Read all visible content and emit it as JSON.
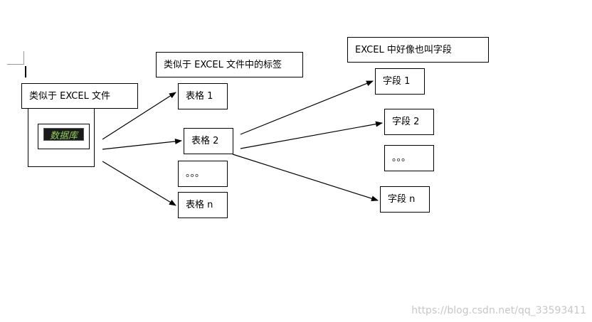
{
  "excel_file_label": "类似于 EXCEL 文件",
  "database_label": "数据库",
  "sheet_tab_label": "类似于 EXCEL 文件中的标签",
  "field_note_label": "EXCEL 中好像也叫字段",
  "tables": [
    "表格 1",
    "表格 2",
    "。。。",
    "表格 n"
  ],
  "fields": [
    "字段 1",
    "字段 2",
    "。。。",
    "字段 n"
  ],
  "watermark": "https://blog.csdn.net/qq_33593411"
}
